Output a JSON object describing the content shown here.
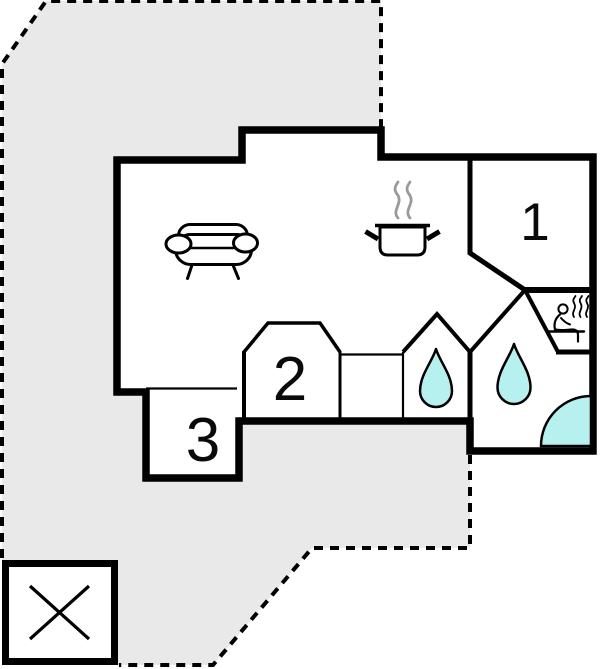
{
  "plan": {
    "type": "vacation-home-floor-plan",
    "room_labels": {
      "room1": "1",
      "room2": "2",
      "room3": "3"
    }
  },
  "colors": {
    "plot_fill": "#e9e9e9",
    "water": "#b7f1ef",
    "wall": "#000000",
    "steam": "#9a9a9a",
    "background": "#ffffff"
  },
  "icons": {
    "sofa": "sofa-icon",
    "stove": "cooking-pot-with-steam-icon",
    "sauna": "sauna-person-icon",
    "shower_drop_small": "water-drop-icon",
    "shower_drop_large": "water-drop-icon",
    "corner_shower": "quarter-circle-shower-icon",
    "plot_marker": "crossed-square-icon"
  }
}
